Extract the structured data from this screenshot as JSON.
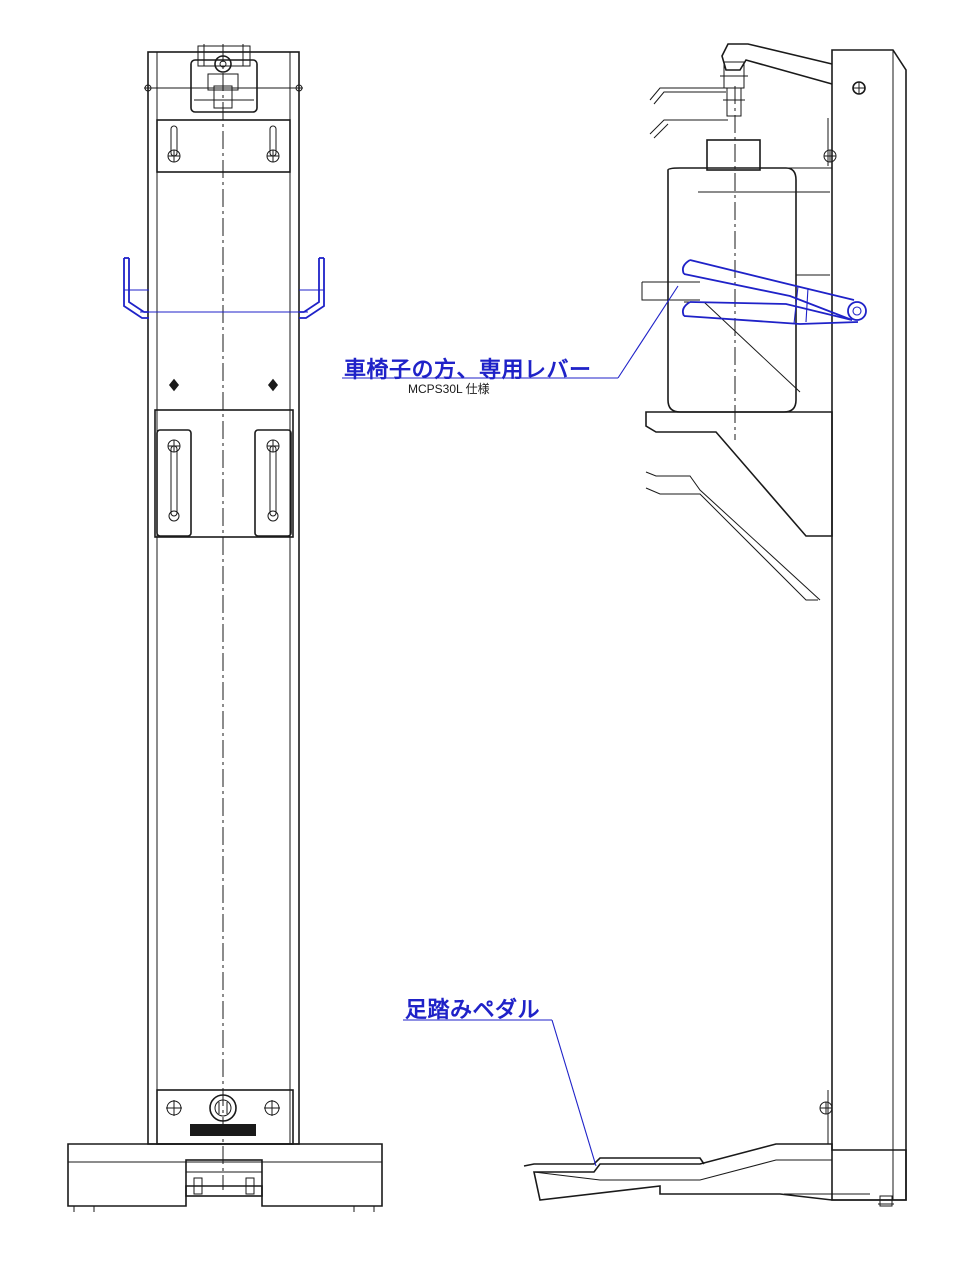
{
  "colors": {
    "line": "#1a1a1a",
    "callout": "#1f22c8",
    "background": "#ffffff"
  },
  "callouts": {
    "lever": "車椅子の方、専用レバー",
    "lever_model": "MCPS30L 仕様",
    "pedal": "足踏みペダル"
  }
}
